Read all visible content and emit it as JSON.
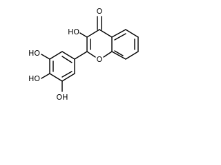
{
  "molecule": {
    "atoms": {
      "carbonyl_o": "O",
      "ring_o": "O",
      "hydroxyl_3": "HO",
      "hydroxyl_3p": "HO",
      "hydroxyl_4p": "HO",
      "hydroxyl_5p": "OH"
    }
  },
  "colors": {
    "bond": "#000000",
    "background": "#ffffff"
  }
}
